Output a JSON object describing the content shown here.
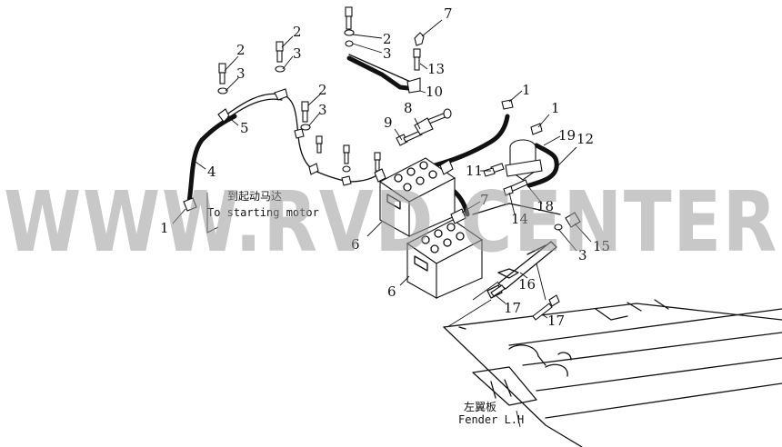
{
  "callouts": [
    {
      "id": "c1a",
      "text": "7"
    },
    {
      "id": "c2a",
      "text": "2"
    },
    {
      "id": "c3a",
      "text": "3"
    },
    {
      "id": "c13",
      "text": "13"
    },
    {
      "id": "c10",
      "text": "10"
    },
    {
      "id": "c2b",
      "text": "2"
    },
    {
      "id": "c3b",
      "text": "3"
    },
    {
      "id": "c2c",
      "text": "2"
    },
    {
      "id": "c3c",
      "text": "3"
    },
    {
      "id": "c2d",
      "text": "2"
    },
    {
      "id": "c3d",
      "text": "3"
    },
    {
      "id": "c5",
      "text": "5"
    },
    {
      "id": "c4",
      "text": "4"
    },
    {
      "id": "c1b",
      "text": "1"
    },
    {
      "id": "c9",
      "text": "9"
    },
    {
      "id": "c8",
      "text": "8"
    },
    {
      "id": "c1c",
      "text": "1"
    },
    {
      "id": "c1d",
      "text": "1"
    },
    {
      "id": "c19",
      "text": "19"
    },
    {
      "id": "c12",
      "text": "12"
    },
    {
      "id": "c11",
      "text": "11"
    },
    {
      "id": "c7b",
      "text": "7"
    },
    {
      "id": "c18",
      "text": "18"
    },
    {
      "id": "c14",
      "text": "14"
    },
    {
      "id": "c15",
      "text": "15"
    },
    {
      "id": "c3e",
      "text": "3"
    },
    {
      "id": "c6a",
      "text": "6"
    },
    {
      "id": "c6b",
      "text": "6"
    },
    {
      "id": "c16",
      "text": "16"
    },
    {
      "id": "c17a",
      "text": "17"
    },
    {
      "id": "c17b",
      "text": "17"
    }
  ],
  "notes": {
    "starting_motor_cn": "到起动马达",
    "starting_motor_en": "To starting motor",
    "fender_cn": "左翼板",
    "fender_en": "Fender L.H"
  },
  "watermark": "WWW.RVD CENTER",
  "colors": {
    "line": "#111111",
    "watermark": "#9a9a9a",
    "background": "#ffffff"
  }
}
